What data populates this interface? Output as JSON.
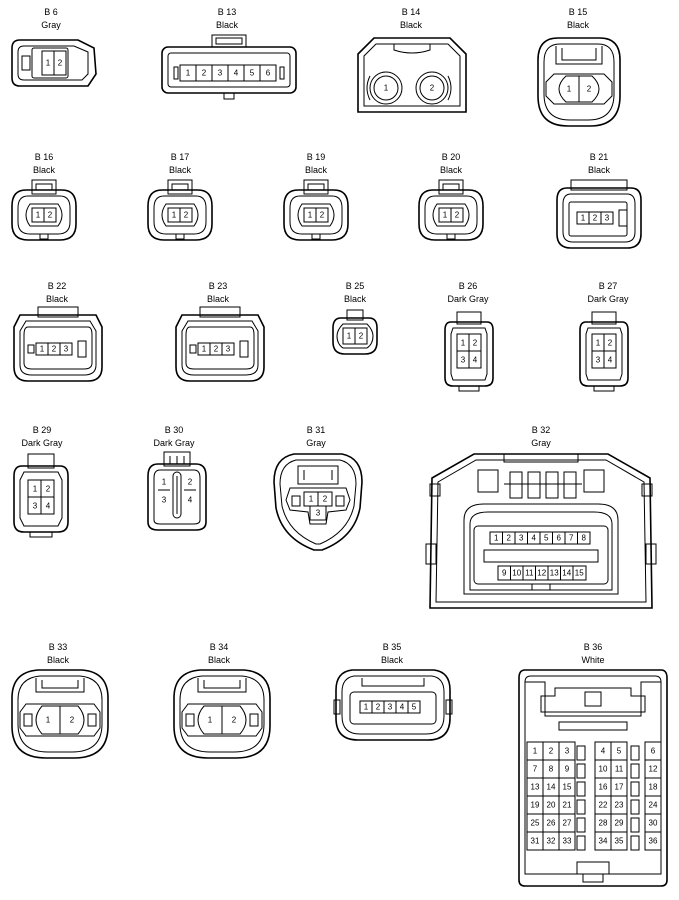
{
  "connectors": {
    "b6": {
      "code": "B 6",
      "color": "Gray",
      "pins": [
        "1",
        "2"
      ]
    },
    "b13": {
      "code": "B 13",
      "color": "Black",
      "pins": [
        "1",
        "2",
        "3",
        "4",
        "5",
        "6"
      ]
    },
    "b14": {
      "code": "B 14",
      "color": "Black",
      "pins": [
        "1",
        "2"
      ]
    },
    "b15": {
      "code": "B 15",
      "color": "Black",
      "pins": [
        "1",
        "2"
      ]
    },
    "b16": {
      "code": "B 16",
      "color": "Black",
      "pins": [
        "1",
        "2"
      ]
    },
    "b17": {
      "code": "B 17",
      "color": "Black",
      "pins": [
        "1",
        "2"
      ]
    },
    "b19": {
      "code": "B 19",
      "color": "Black",
      "pins": [
        "1",
        "2"
      ]
    },
    "b20": {
      "code": "B 20",
      "color": "Black",
      "pins": [
        "1",
        "2"
      ]
    },
    "b21": {
      "code": "B 21",
      "color": "Black",
      "pins": [
        "1",
        "2",
        "3"
      ]
    },
    "b22": {
      "code": "B 22",
      "color": "Black",
      "pins": [
        "1",
        "2",
        "3"
      ]
    },
    "b23": {
      "code": "B 23",
      "color": "Black",
      "pins": [
        "1",
        "2",
        "3"
      ]
    },
    "b25": {
      "code": "B 25",
      "color": "Black",
      "pins": [
        "1",
        "2"
      ]
    },
    "b26": {
      "code": "B 26",
      "color": "Dark Gray",
      "pins": [
        "1",
        "2",
        "3",
        "4"
      ]
    },
    "b27": {
      "code": "B 27",
      "color": "Dark Gray",
      "pins": [
        "1",
        "2",
        "3",
        "4"
      ]
    },
    "b29": {
      "code": "B 29",
      "color": "Dark Gray",
      "pins": [
        "1",
        "2",
        "3",
        "4"
      ]
    },
    "b30": {
      "code": "B 30",
      "color": "Dark Gray",
      "pins": [
        "1",
        "2",
        "3",
        "4"
      ]
    },
    "b31": {
      "code": "B 31",
      "color": "Gray",
      "pins": [
        "1",
        "2",
        "3"
      ]
    },
    "b32": {
      "code": "B 32",
      "color": "Gray",
      "pins": [
        "1",
        "2",
        "3",
        "4",
        "5",
        "6",
        "7",
        "8",
        "9",
        "10",
        "11",
        "12",
        "13",
        "14",
        "15"
      ]
    },
    "b33": {
      "code": "B 33",
      "color": "Black",
      "pins": [
        "1",
        "2"
      ]
    },
    "b34": {
      "code": "B 34",
      "color": "Black",
      "pins": [
        "1",
        "2"
      ]
    },
    "b35": {
      "code": "B 35",
      "color": "Black",
      "pins": [
        "1",
        "2",
        "3",
        "4",
        "5"
      ]
    },
    "b36": {
      "code": "B 36",
      "color": "White",
      "pins": [
        "1",
        "2",
        "3",
        "4",
        "5",
        "6",
        "7",
        "8",
        "9",
        "10",
        "11",
        "12",
        "13",
        "14",
        "15",
        "16",
        "17",
        "18",
        "19",
        "20",
        "21",
        "22",
        "23",
        "24",
        "25",
        "26",
        "27",
        "28",
        "29",
        "30",
        "31",
        "32",
        "33",
        "34",
        "35",
        "36"
      ]
    }
  }
}
